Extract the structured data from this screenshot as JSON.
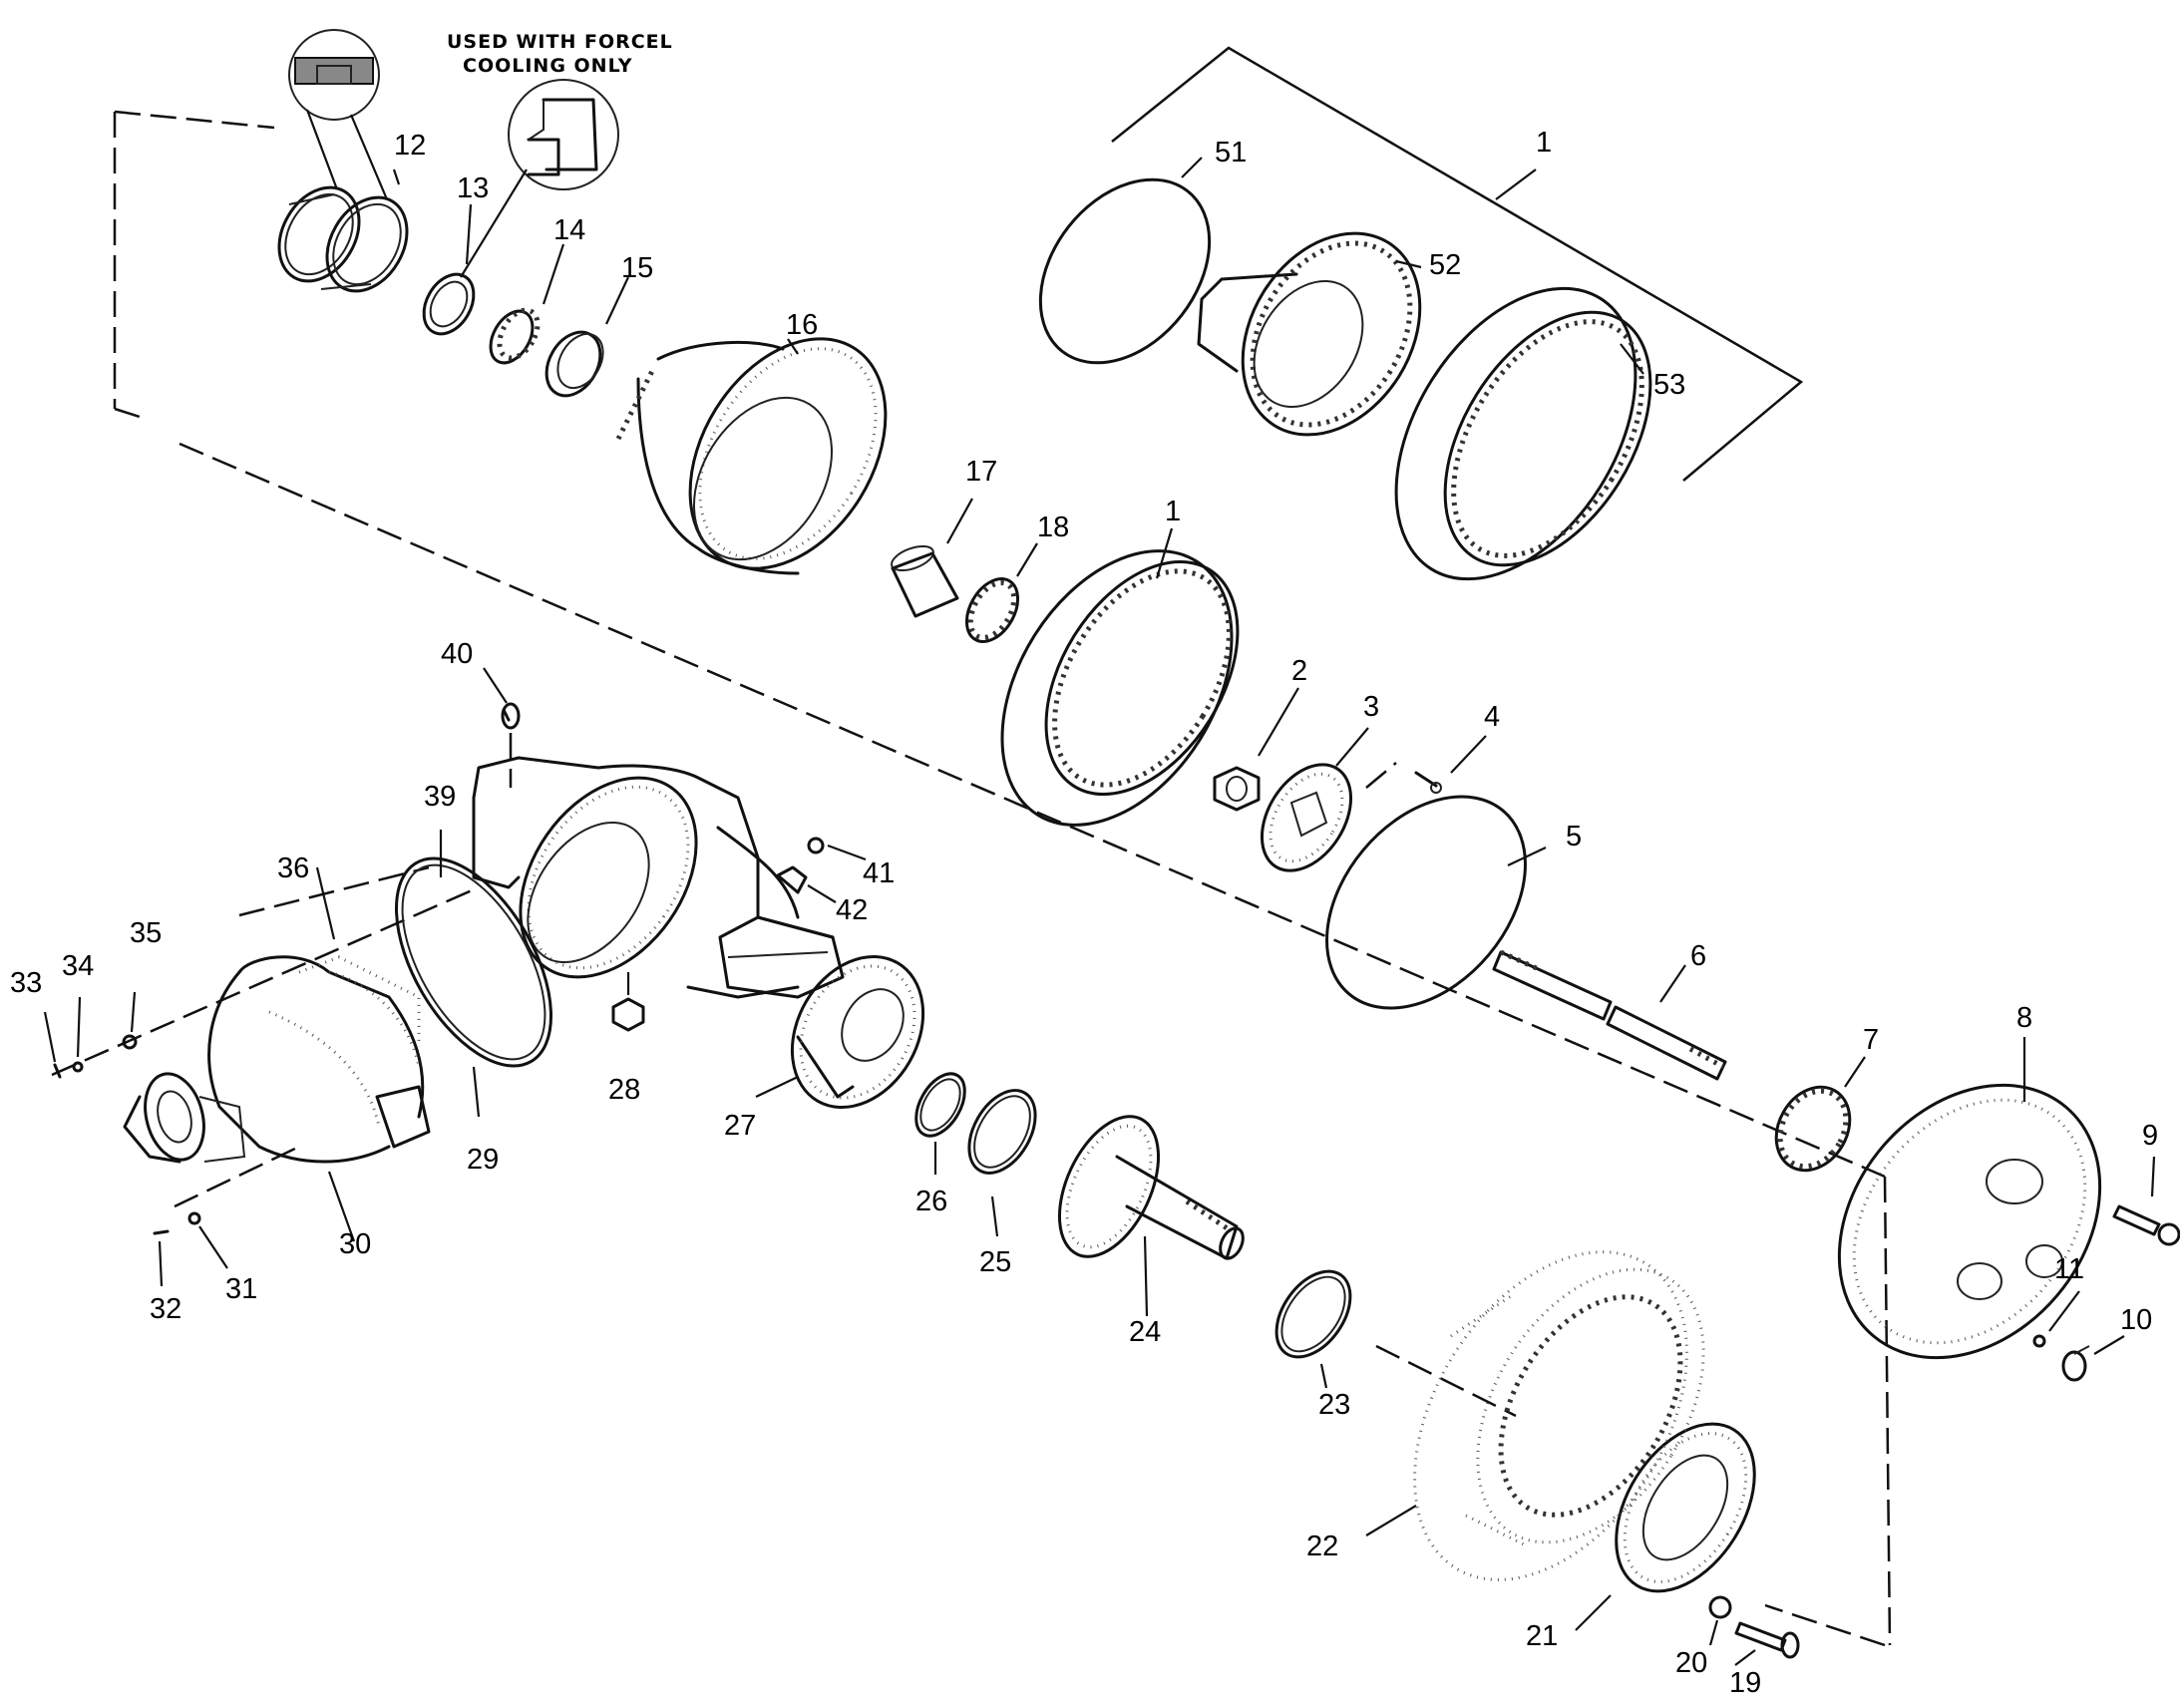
{
  "note": {
    "line1": "USED WITH FORCEL",
    "line2": "COOLING ONLY"
  },
  "callouts": {
    "c1_top": "1",
    "c51": "51",
    "c52": "52",
    "c53": "53",
    "c12": "12",
    "c13": "13",
    "c14": "14",
    "c15": "15",
    "c16": "16",
    "c17": "17",
    "c18": "18",
    "c1_mid": "1",
    "c2": "2",
    "c3": "3",
    "c4": "4",
    "c5": "5",
    "c6": "6",
    "c7": "7",
    "c8": "8",
    "c9": "9",
    "c10": "10",
    "c11": "11",
    "c19": "19",
    "c20": "20",
    "c21": "21",
    "c22": "22",
    "c23": "23",
    "c24": "24",
    "c25": "25",
    "c26": "26",
    "c27": "27",
    "c28": "28",
    "c29": "29",
    "c30": "30",
    "c31": "31",
    "c32": "32",
    "c33": "33",
    "c34": "34",
    "c35": "35",
    "c36": "36",
    "c39": "39",
    "c40": "40",
    "c41": "41",
    "c42": "42"
  }
}
